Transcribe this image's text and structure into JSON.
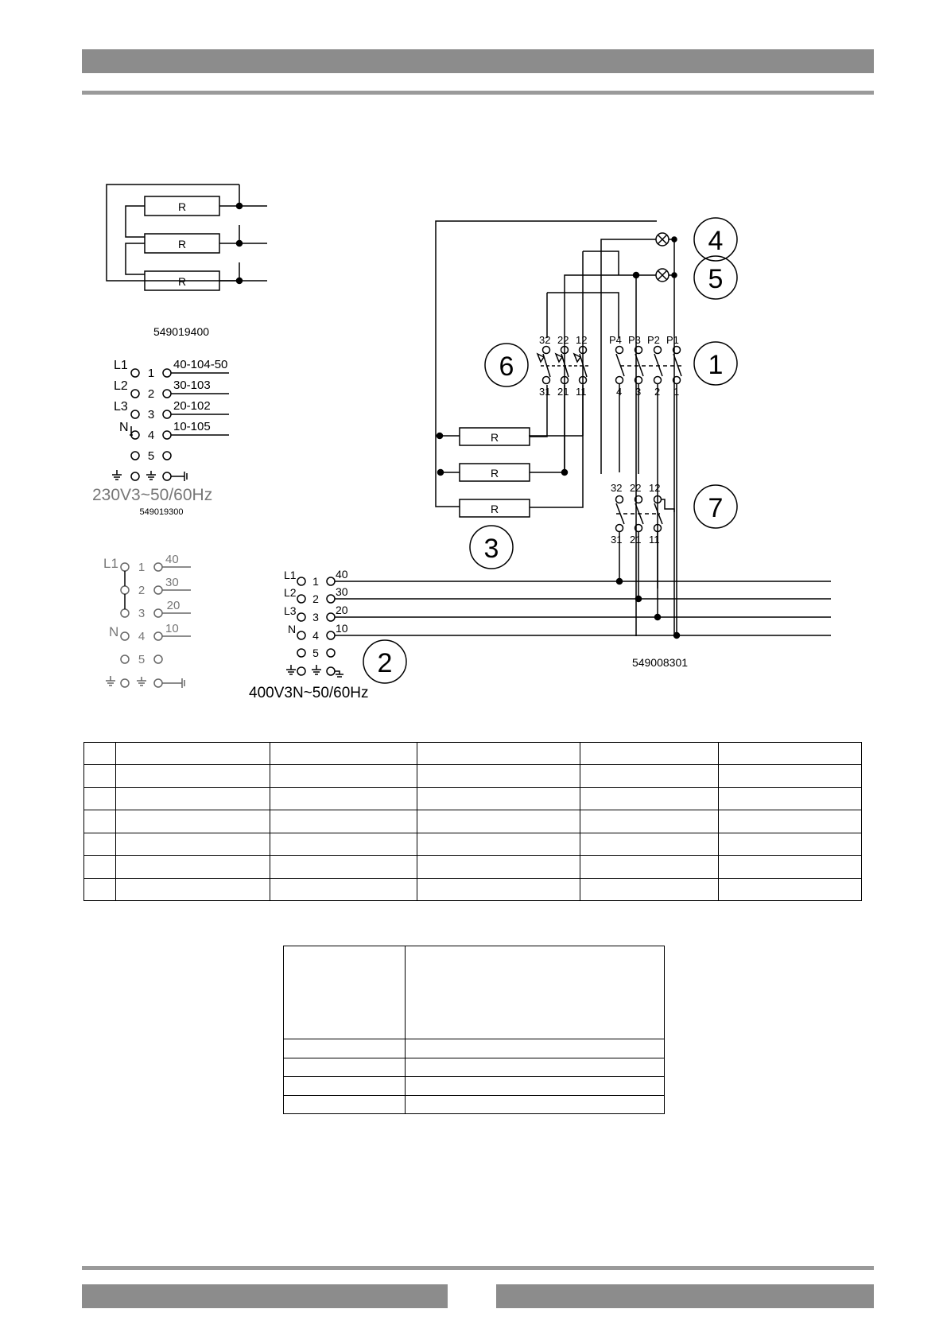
{
  "top_schematic": {
    "resistor_label": "R",
    "part_number": "549019400"
  },
  "terminal_block_230": {
    "rows": [
      {
        "line": "L1",
        "num": "1",
        "out": "40-104-50"
      },
      {
        "line": "L2",
        "num": "2",
        "out": "30-103"
      },
      {
        "line": "L3",
        "num": "3",
        "out": "20-102"
      },
      {
        "line": "N",
        "num": "4",
        "out": "10-105"
      },
      {
        "line": "",
        "num": "5",
        "out": ""
      }
    ],
    "voltage": "230V3~50/60Hz",
    "part_number": "549019300"
  },
  "terminal_block_bridge": {
    "rows": [
      {
        "line": "L1",
        "num": "1",
        "out": "40"
      },
      {
        "line": "",
        "num": "2",
        "out": "30"
      },
      {
        "line": "",
        "num": "3",
        "out": "20"
      },
      {
        "line": "N",
        "num": "4",
        "out": "10"
      },
      {
        "line": "",
        "num": "5",
        "out": ""
      }
    ]
  },
  "main_schematic": {
    "callouts": [
      "1",
      "2",
      "3",
      "4",
      "5",
      "6",
      "7"
    ],
    "switch6_top": [
      "32",
      "22",
      "12"
    ],
    "switch6_bottom": [
      "31",
      "21",
      "11"
    ],
    "switch1_top": [
      "P4",
      "P3",
      "P2",
      "P1"
    ],
    "switch1_bottom": [
      "4",
      "3",
      "2",
      "1"
    ],
    "switch7_top": [
      "32",
      "22",
      "12"
    ],
    "switch7_bottom": [
      "31",
      "21",
      "11"
    ],
    "resistor_label": "R",
    "supply_rows": [
      {
        "line": "L1",
        "num": "1",
        "wire": "40"
      },
      {
        "line": "L2",
        "num": "2",
        "wire": "30"
      },
      {
        "line": "L3",
        "num": "3",
        "wire": "20"
      },
      {
        "line": "N",
        "num": "4",
        "wire": "10"
      },
      {
        "line": "",
        "num": "5",
        "wire": ""
      }
    ],
    "voltage": "400V3N~50/60Hz",
    "part_number": "549008301"
  },
  "colors": {
    "header_bar": "#8c8c8c",
    "line": "#000000",
    "muted_text": "#777777"
  }
}
